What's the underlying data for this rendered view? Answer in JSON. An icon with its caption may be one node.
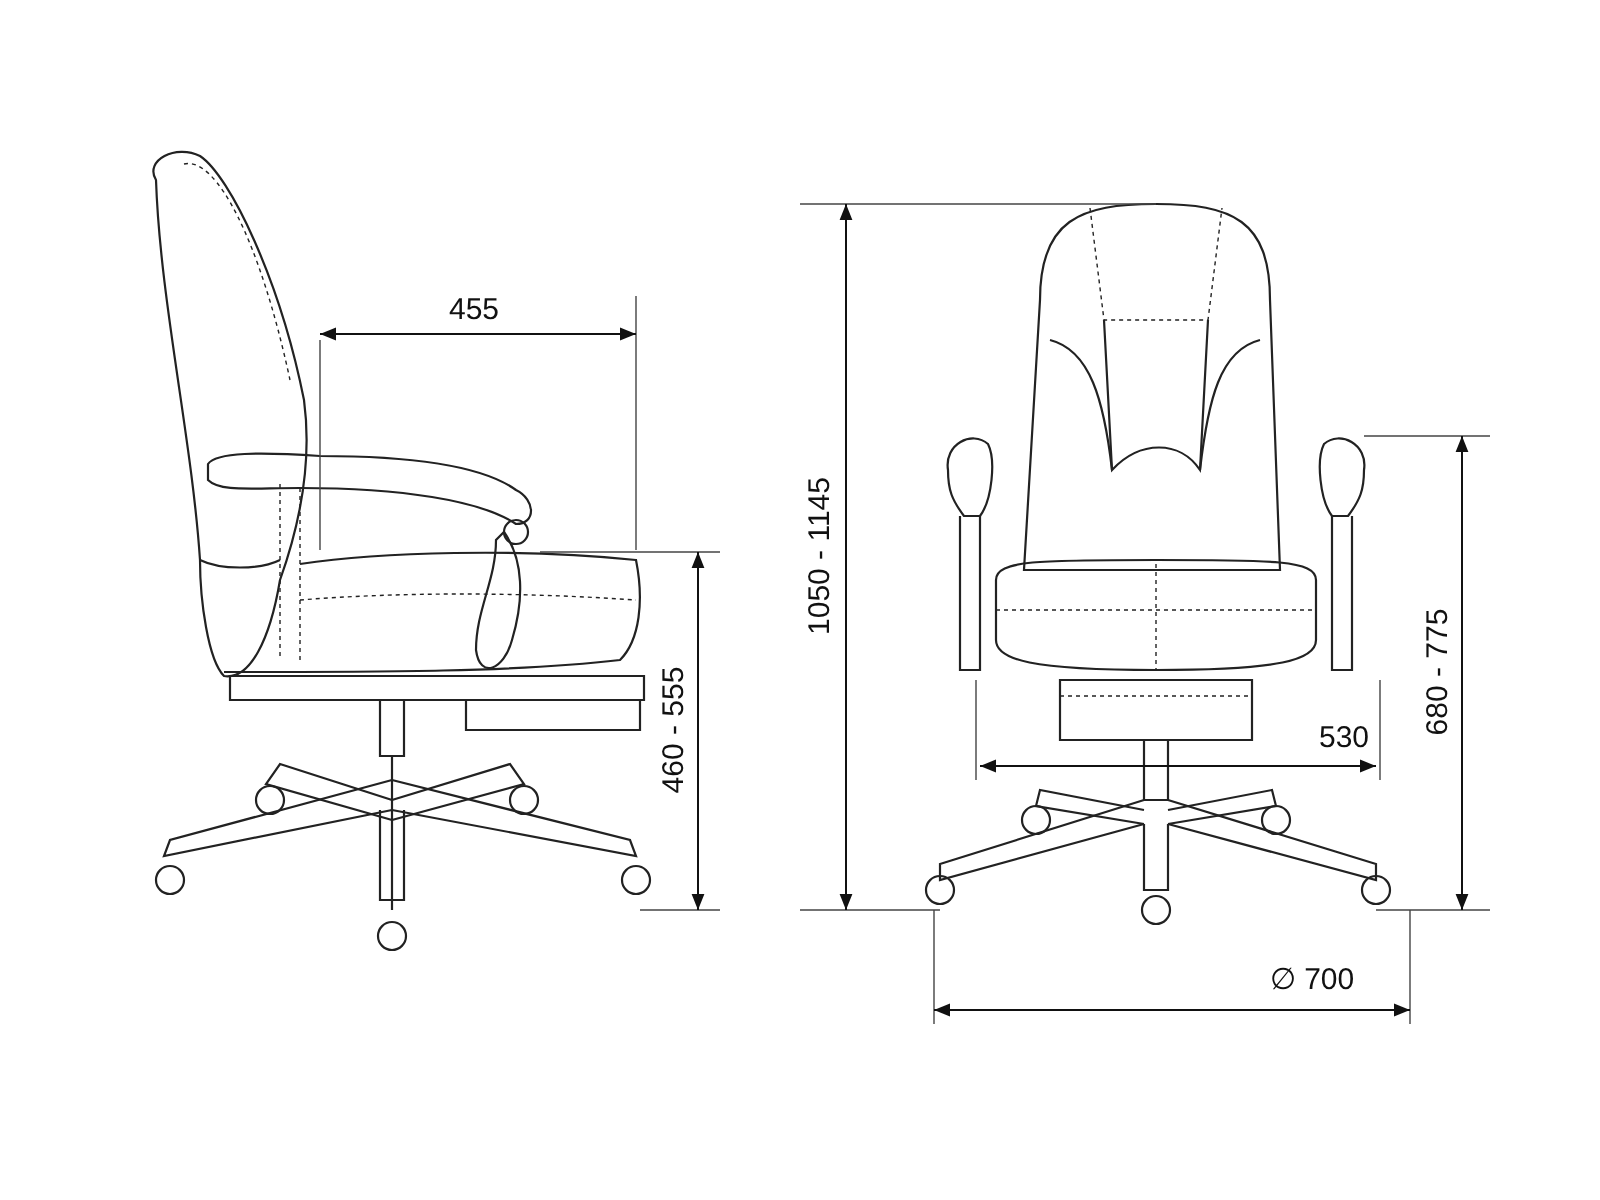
{
  "diagram": {
    "labels": [
      "455",
      "1050 - 1145",
      "680 - 775",
      "460 - 555",
      "530",
      "∅ 700"
    ]
  }
}
